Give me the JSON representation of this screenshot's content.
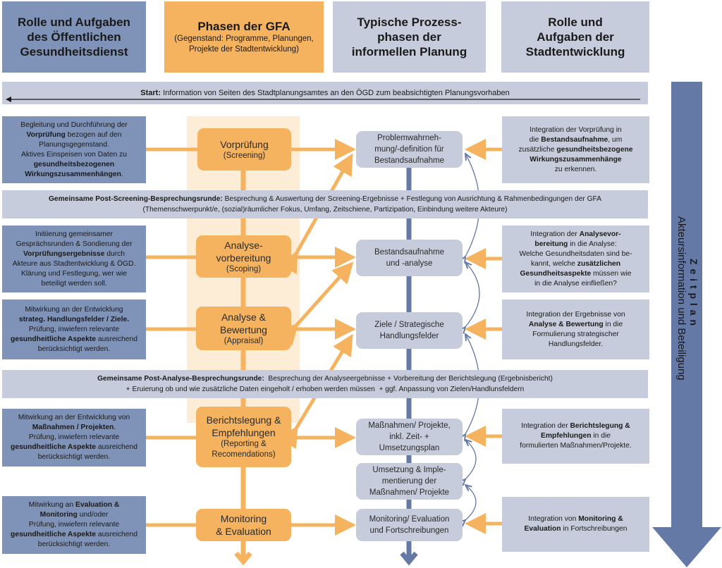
{
  "headers": {
    "oegd": "Rolle und Aufgaben des Öffentlichen Gesundheitsdienst",
    "gfa_title": "Phasen der GFA",
    "gfa_sub": "(Gegenstand: Programme, Planungen, Projekte der Stadtentwicklung)",
    "process": "Typische Prozess-phasen der informellen Planung",
    "stadt": "Rolle und Aufgaben der Stadtentwicklung"
  },
  "start_band": {
    "label": "Start:",
    "text": " Information von Seiten des Stadtplanungsamtes an den ÖGD zum beabsichtigten Planungsvorhaben"
  },
  "screening_band": {
    "label": "Gemeinsame Post-Screening-Besprechungsrunde:",
    "line1": " Besprechung & Auswertung der Screening-Ergebnisse + Festlegung von Ausrichtung & Rahmenbedingungen der GFA",
    "line2": "(Themenschwerpunkt/e, (sozial)räumlicher Fokus, Umfang, Zeitschiene, Partizipation, Einbindung weitere Akteure)"
  },
  "analyse_band": {
    "label": "Gemeinsame Post-Analyse-Besprechungsrunde:",
    "line1": "  Besprechung der Analyseergebnisse + Vorbereitung der Berichtslegung (Ergebnisbericht)",
    "line2": "+ Eruierung ob und wie zusätzliche Daten eingeholt / erhoben werden müssen  + ggf. Anpassung von Zielen/Handlunsfeldern"
  },
  "phases": [
    {
      "title": "Vorprüfung",
      "sub": "(Screening)"
    },
    {
      "title": "Analyse-\nvorbereitung",
      "sub": "(Scoping)"
    },
    {
      "title": "Analyse &\nBewertung",
      "sub": "(Appraisal)"
    },
    {
      "title": "Berichtslegung &\nEmpfehlungen",
      "sub": "(Reporting &\nRecomendations)"
    },
    {
      "title": "Monitoring\n& Evaluation",
      "sub": ""
    }
  ],
  "process_steps": [
    "Problemwahrneh-\nmung/-definition für\nBestandsaufnahme",
    "Bestandsaufnahme\nund -analyse",
    "Ziele / Strategische\nHandlungsfelder",
    "Maßnahmen/ Projekte,\ninkl. Zeit- +\nUmsetzungsplan",
    "Umsetzung & Imple-\nmentierung der\nMaßnahmen/ Projekte",
    "Monitoring/ Evaluation\nund Fortschreibungen"
  ],
  "oegd_roles": [
    [
      [
        "Begleitung und Durchführung der",
        false
      ],
      [
        "\n",
        false
      ],
      [
        "Vorprüfung",
        true
      ],
      [
        " bezogen auf den\nPlanungsgegenstand.\nAktives Einspeisen von Daten zu\n",
        false
      ],
      [
        "gesundheitsbezogenen\nWirkungszusammenhängen",
        true
      ],
      [
        ".",
        false
      ]
    ],
    [
      [
        "Initiierung gemeinsamer\nGesprächsrunden & Sondierung der\n",
        false
      ],
      [
        "Vorprüfungsergebnisse",
        true
      ],
      [
        " durch\nAkteure aus Stadtentwicklung & ÖGD.\nKlärung und Festlegung, wer wie\nbeteiligt werden soll.",
        false
      ]
    ],
    [
      [
        "Mitwirkung an der Entwicklung\n",
        false
      ],
      [
        "strateg. Handlungsfelder / Ziele.",
        true
      ],
      [
        "\nPrüfung, inwiefern relevante\n",
        false
      ],
      [
        "gesundheitliche Aspekte",
        true
      ],
      [
        " ausreichend\nberücksichtigt werden.",
        false
      ]
    ],
    [
      [
        "Mitwirkung an der Entwicklung von\n",
        false
      ],
      [
        "Maßnahmen / Projekten",
        true
      ],
      [
        ".\nPrüfung, inwiefern relevante\n",
        false
      ],
      [
        "gesundheitliche Aspekte",
        true
      ],
      [
        " ausreichend\nberücksichtigt werden.",
        false
      ]
    ],
    [
      [
        "Mitwirkung an ",
        false
      ],
      [
        "Evaluation &\nMonitoring",
        true
      ],
      [
        " und/oder\nPrüfung, inwiefern relevante\n",
        false
      ],
      [
        "gesundheitliche Aspekte",
        true
      ],
      [
        " ausreichend\nberücksichtigt werden.",
        false
      ]
    ]
  ],
  "stadt_roles": [
    [
      [
        "Integration der Vorprüfung in\ndie ",
        false
      ],
      [
        "Bestandsaufnahme",
        true
      ],
      [
        ", um\nzusätzliche ",
        false
      ],
      [
        "gesundheitsbezogene\nWirkungszusammenhänge",
        true
      ],
      [
        "\nzu erkennen.",
        false
      ]
    ],
    [
      [
        "Integration der ",
        false
      ],
      [
        "Analysevor-\nbereitung",
        true
      ],
      [
        " in die Analyse:\nWelche Gesundheitsdaten sind be-\nkannt, welche ",
        false
      ],
      [
        "zusätzlichen\nGesundheitsaspekte",
        true
      ],
      [
        " müssen wie\nin die Analyse einfließen?",
        false
      ]
    ],
    [
      [
        "Integration der Ergebnisse von\n",
        false
      ],
      [
        "Analyse & Bewertung",
        true
      ],
      [
        " in die\nFormulierung strategischer\nHandlungsfelder.",
        false
      ]
    ],
    [
      [
        "Integration der ",
        false
      ],
      [
        "Berichtslegung &\nEmpfehlungen",
        true
      ],
      [
        " in die\nformulierten Maßnahmen/Projekte.",
        false
      ]
    ],
    [
      [
        "Integration von ",
        false
      ],
      [
        "Monitoring &\nEvaluation",
        true
      ],
      [
        " in Fortschreibungen",
        false
      ]
    ]
  ],
  "timeline": {
    "title": "Z e i t p l a n",
    "subtitle": "Akteursinformation und Beteiligung"
  },
  "colors": {
    "oegd_blue": "#7f92b8",
    "gfa_orange": "#f6b35f",
    "process_gray": "#c6ccdb",
    "timeline_blue": "#6479a6",
    "phase_column_bg": "#fdecd6"
  }
}
